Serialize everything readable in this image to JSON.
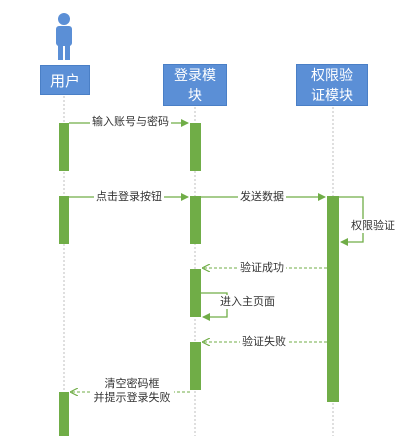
{
  "participants": {
    "user": {
      "label": "用户",
      "icon": "person-icon"
    },
    "login": {
      "label_line1": "登录模",
      "label_line2": "块"
    },
    "auth": {
      "label_line1": "权限验",
      "label_line2": "证模块"
    }
  },
  "messages": {
    "input_credentials": "输入账号与密码",
    "click_login": "点击登录按钮",
    "send_data": "发送数据",
    "permission_check": "权限验证",
    "verify_success": "验证成功",
    "enter_main": "进入主页面",
    "verify_fail": "验证失败",
    "clear_line1": "清空密码框",
    "clear_line2": "并提示登录失败"
  },
  "colors": {
    "actor_fill": "#5b8fd6",
    "activation": "#70ad47",
    "lifeline": "#bfbfbf",
    "person": "#5b8fd6"
  }
}
